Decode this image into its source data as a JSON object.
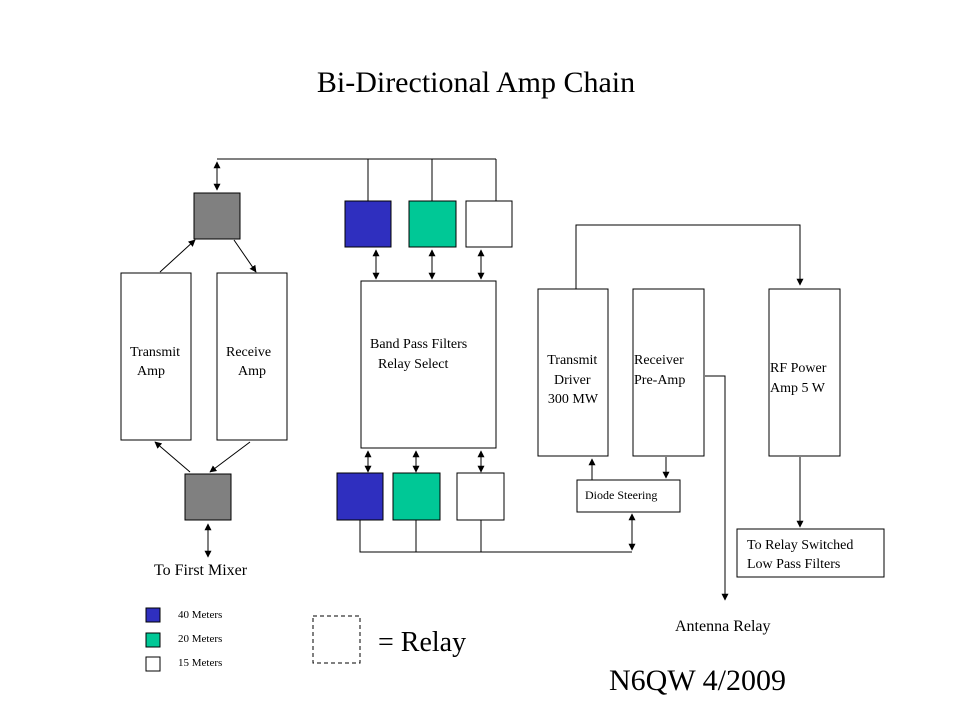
{
  "title": "Bi-Directional Amp Chain",
  "colors": {
    "band_40m": "#2f2fbf",
    "band_20m": "#00c896",
    "band_15m": "#ffffff",
    "switch_gray": "#808080",
    "line": "#000000"
  },
  "blocks": {
    "transmit_amp": [
      "Transmit",
      "Amp"
    ],
    "receive_amp": [
      "Receive",
      "Amp"
    ],
    "band_pass": [
      "Band Pass Filters",
      "Relay Select"
    ],
    "transmit_driver": [
      "Transmit",
      "Driver",
      "300 MW"
    ],
    "receiver_preamp": [
      "Receiver",
      "Pre-Amp"
    ],
    "rf_power_amp": [
      "RF Power",
      "Amp 5 W"
    ],
    "diode_steering": "Diode Steering",
    "low_pass": [
      "To Relay Switched",
      "Low Pass Filters"
    ]
  },
  "labels": {
    "to_first_mixer": "To First Mixer",
    "antenna_relay": "Antenna Relay",
    "relay_equals": "= Relay",
    "signature": "N6QW 4/2009"
  },
  "legend": [
    {
      "label": "40 Meters",
      "color": "#2f2fbf"
    },
    {
      "label": "20 Meters",
      "color": "#00c896"
    },
    {
      "label": "15 Meters",
      "color": "#ffffff"
    }
  ]
}
